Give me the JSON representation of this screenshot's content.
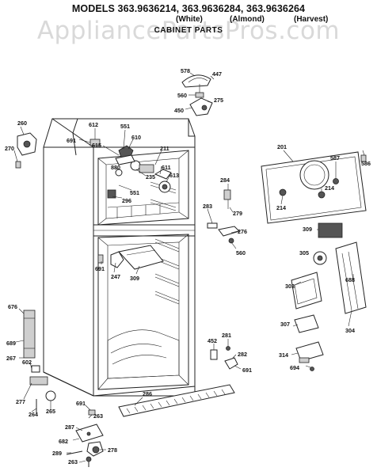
{
  "header": {
    "watermark": "AppliancePartsPros.com",
    "title": "MODELS 363.9636214, 363.9636284, 363.9636264",
    "finishes": [
      "(White)",
      "(Almond)",
      "(Harvest)"
    ],
    "subtitle": "CABINET PARTS"
  },
  "parts": {
    "p578": "578",
    "p447": "447",
    "p560a": "560",
    "p275": "275",
    "p450": "450",
    "p612": "612",
    "p551a": "551",
    "p691a": "691",
    "p615": "615",
    "p610": "610",
    "p211": "211",
    "p880": "880",
    "p235": "235",
    "p611": "611",
    "p613": "613",
    "p551b": "551",
    "p296": "296",
    "p260": "260",
    "p270": "270",
    "p201": "201",
    "p587": "587",
    "p586": "586",
    "p214a": "214",
    "p214b": "214",
    "p284": "284",
    "p283": "283",
    "p279": "279",
    "p276": "276",
    "p560b": "560",
    "p309a": "309",
    "p305": "305",
    "p691b": "691",
    "p247": "247",
    "p309b": "309",
    "p303": "303",
    "p688": "688",
    "p304": "304",
    "p307": "307",
    "p314": "314",
    "p694": "694",
    "p676": "676",
    "p689": "689",
    "p267": "267",
    "p602": "602",
    "p277": "277",
    "p264": "264",
    "p265": "265",
    "p452": "452",
    "p281": "281",
    "p282": "282",
    "p691c": "691",
    "p691d": "691",
    "p286": "286",
    "p263a": "263",
    "p287": "287",
    "p682": "682",
    "p289": "289",
    "p278": "278",
    "p263b": "263"
  }
}
